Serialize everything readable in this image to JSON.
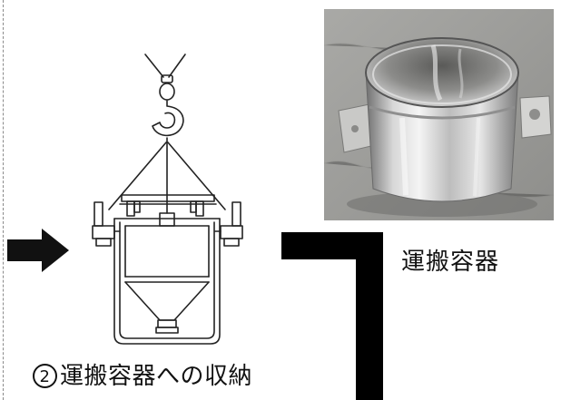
{
  "step": {
    "number": "2",
    "label": "運搬容器への収納"
  },
  "photo": {
    "caption": "運搬容器"
  }
}
